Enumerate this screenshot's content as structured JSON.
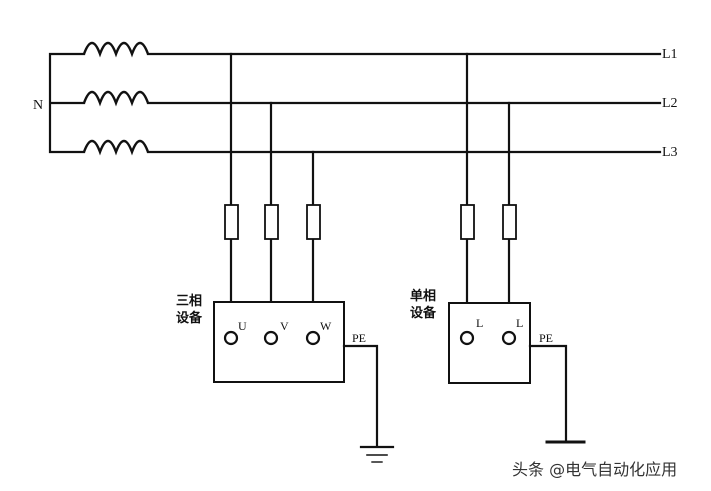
{
  "labels": {
    "neutral": "N",
    "phase1": "L1",
    "phase2": "L2",
    "phase3": "L3",
    "three_phase_line1": "三相",
    "three_phase_line2": "设备",
    "single_phase_line1": "单相",
    "single_phase_line2": "设备",
    "terminal_u": "U",
    "terminal_v": "V",
    "terminal_w": "W",
    "terminal_l1": "L",
    "terminal_l2": "L",
    "pe_three_phase": "PE",
    "pe_single_phase": "PE"
  },
  "watermark": "头条 @电气自动化应用"
}
